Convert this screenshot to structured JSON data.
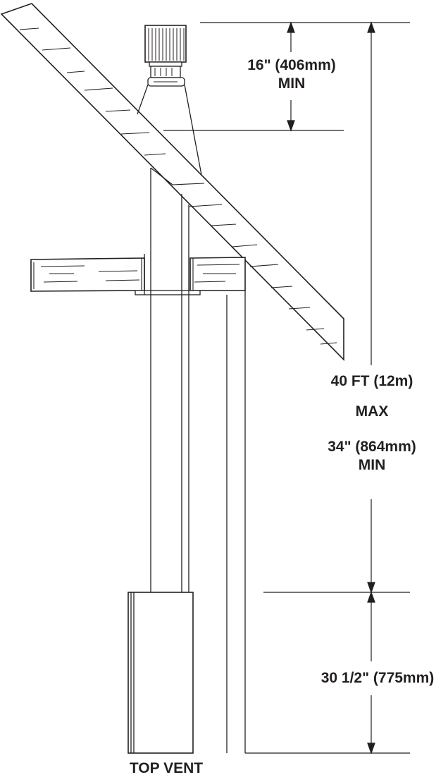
{
  "labels": {
    "top_clearance_value": "16\" (406mm)",
    "top_clearance_qualifier": "MIN",
    "vent_height_max_value": "40 FT (12m)",
    "vent_height_max_qualifier": "MAX",
    "vent_height_min_value": "34\" (864mm)",
    "vent_height_min_qualifier": "MIN",
    "appliance_height": "30 1/2\" (775mm)",
    "caption": "TOP VENT"
  }
}
